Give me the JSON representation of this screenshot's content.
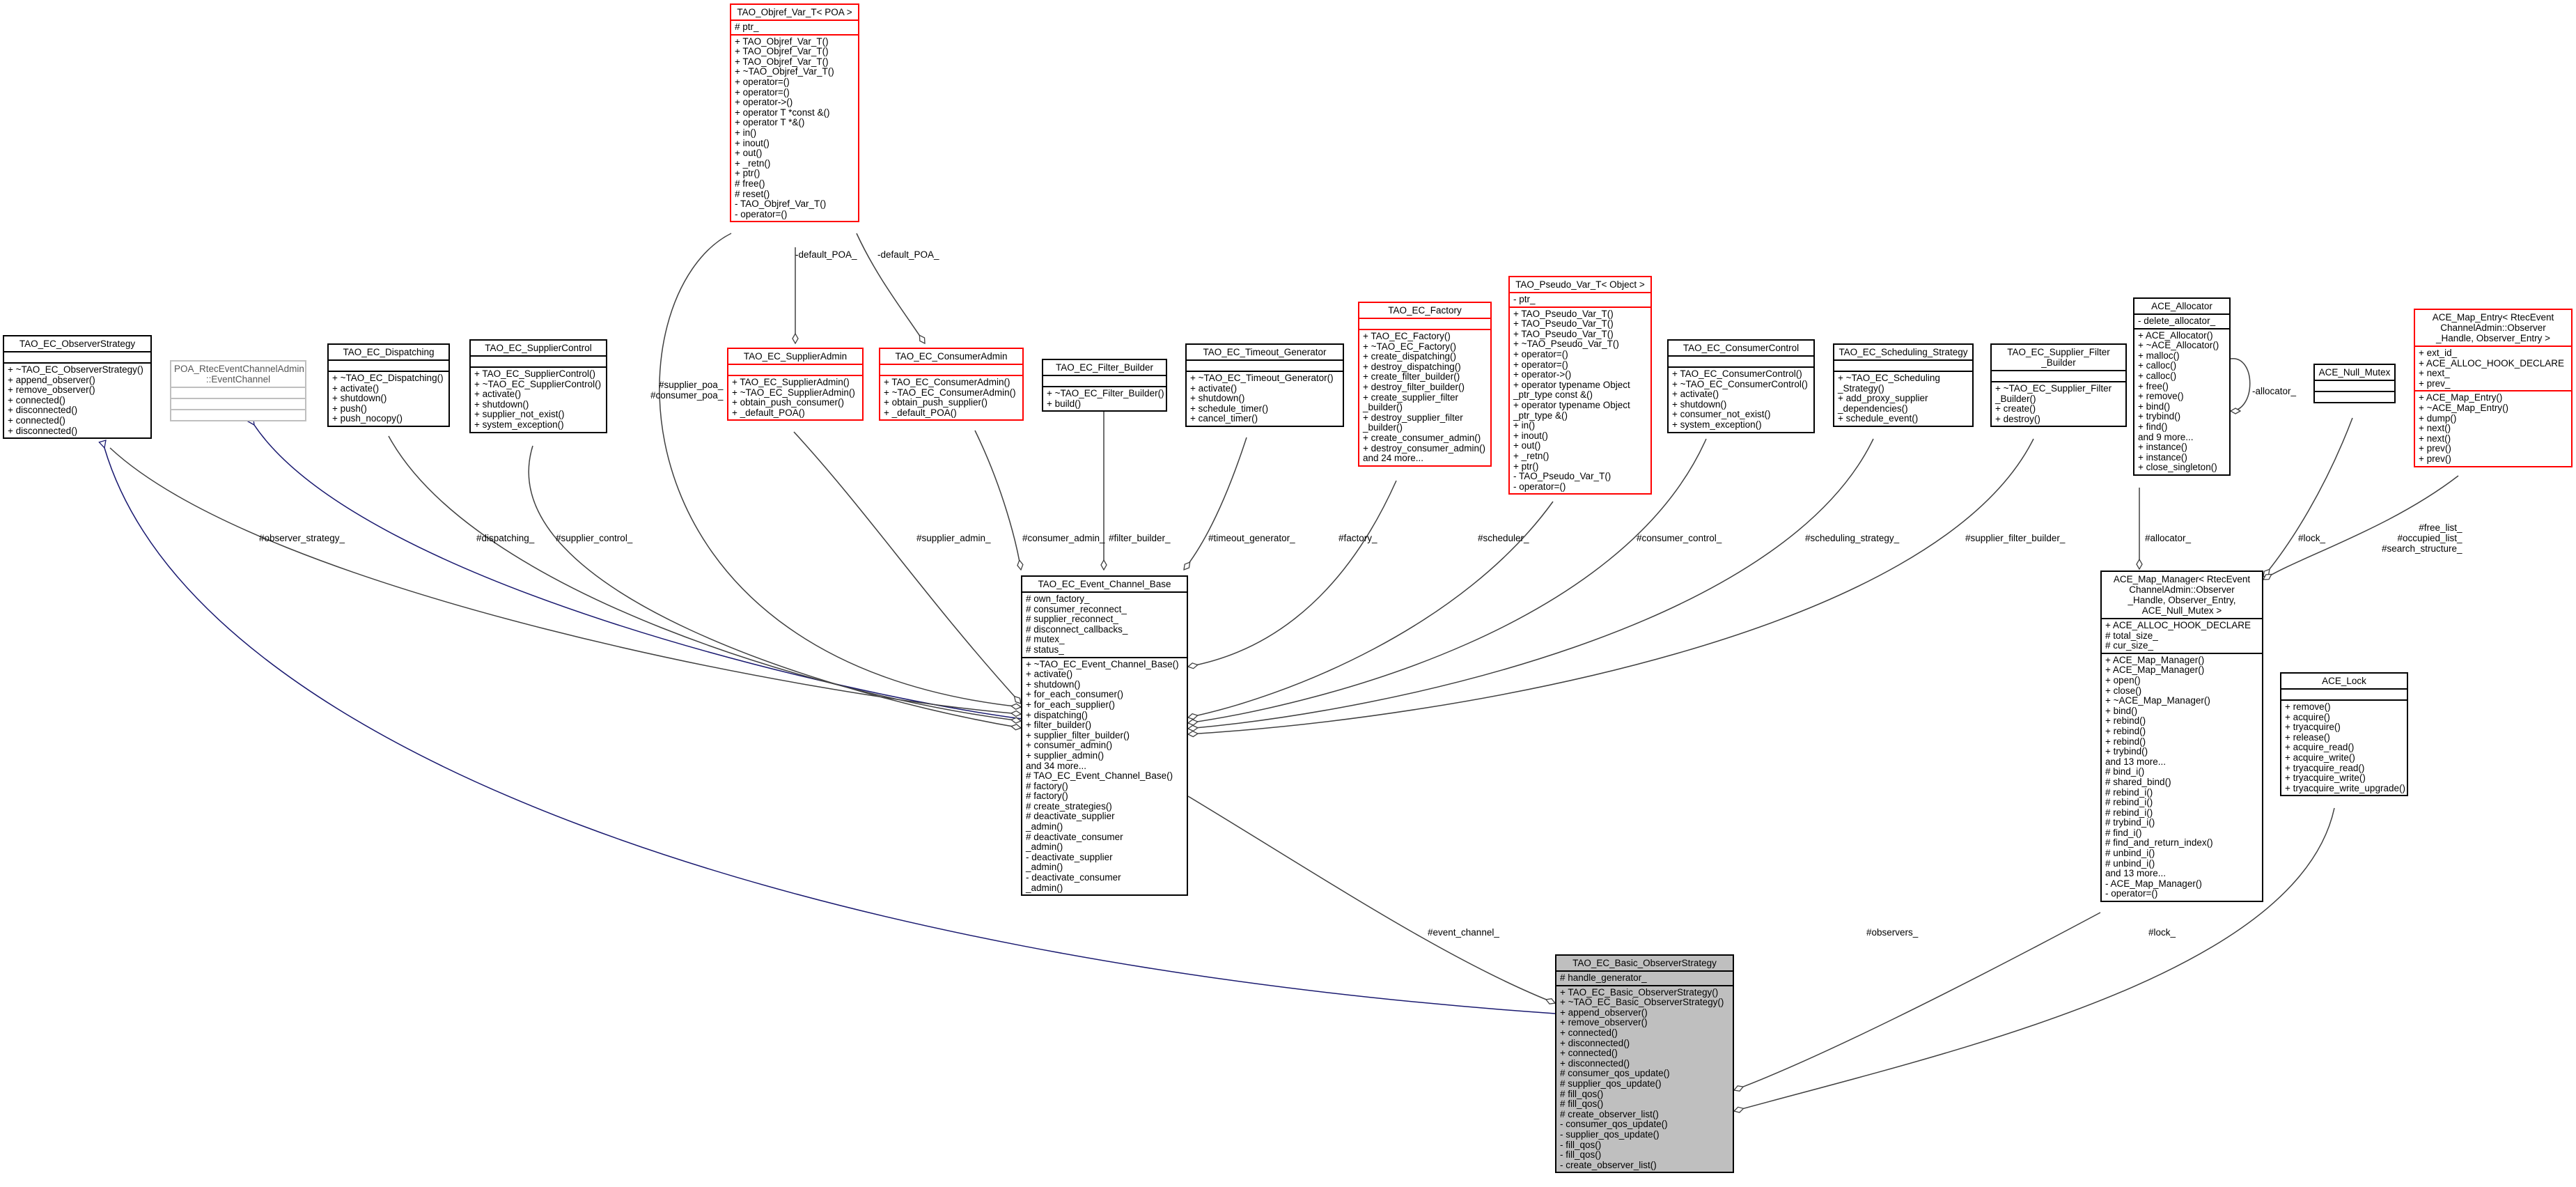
{
  "classes": {
    "observer_strategy": {
      "title": "TAO_EC_ObserverStrategy",
      "sections": [
        "",
        "+ ~TAO_EC_ObserverStrategy()\n+ append_observer()\n+ remove_observer()\n+ connected()\n+ disconnected()\n+ connected()\n+ disconnected()"
      ]
    },
    "poa_event_channel": {
      "title": "POA_RtecEventChannelAdmin\n::EventChannel",
      "sections": [
        "",
        "",
        ""
      ]
    },
    "dispatching": {
      "title": "TAO_EC_Dispatching",
      "sections": [
        "",
        "+ ~TAO_EC_Dispatching()\n+ activate()\n+ shutdown()\n+ push()\n+ push_nocopy()"
      ]
    },
    "supplier_control": {
      "title": "TAO_EC_SupplierControl",
      "sections": [
        "",
        "+ TAO_EC_SupplierControl()\n+ ~TAO_EC_SupplierControl()\n+ activate()\n+ shutdown()\n+ supplier_not_exist()\n+ system_exception()"
      ]
    },
    "objref_var": {
      "title": "TAO_Objref_Var_T< POA >",
      "sections": [
        "# ptr_",
        "+ TAO_Objref_Var_T()\n+ TAO_Objref_Var_T()\n+ TAO_Objref_Var_T()\n+ ~TAO_Objref_Var_T()\n+ operator=()\n+ operator=()\n+ operator->()\n+ operator T *const &()\n+ operator T *&()\n+ in()\n+ inout()\n+ out()\n+ _retn()\n+ ptr()\n# free()\n# reset()\n- TAO_Objref_Var_T()\n- operator=()"
      ]
    },
    "supplier_admin": {
      "title": "TAO_EC_SupplierAdmin",
      "sections": [
        "",
        "+ TAO_EC_SupplierAdmin()\n+ ~TAO_EC_SupplierAdmin()\n+ obtain_push_consumer()\n+ _default_POA()"
      ]
    },
    "consumer_admin": {
      "title": "TAO_EC_ConsumerAdmin",
      "sections": [
        "",
        "+ TAO_EC_ConsumerAdmin()\n+ ~TAO_EC_ConsumerAdmin()\n+ obtain_push_supplier()\n+ _default_POA()"
      ]
    },
    "filter_builder": {
      "title": "TAO_EC_Filter_Builder",
      "sections": [
        "",
        "+ ~TAO_EC_Filter_Builder()\n+ build()"
      ]
    },
    "timeout_generator": {
      "title": "TAO_EC_Timeout_Generator",
      "sections": [
        "",
        "+ ~TAO_EC_Timeout_Generator()\n+ activate()\n+ shutdown()\n+ schedule_timer()\n+ cancel_timer()"
      ]
    },
    "factory": {
      "title": "TAO_EC_Factory",
      "sections": [
        "",
        "+ TAO_EC_Factory()\n+ ~TAO_EC_Factory()\n+ create_dispatching()\n+ destroy_dispatching()\n+ create_filter_builder()\n+ destroy_filter_builder()\n+ create_supplier_filter\n_builder()\n+ destroy_supplier_filter\n_builder()\n+ create_consumer_admin()\n+ destroy_consumer_admin()\nand 24 more..."
      ]
    },
    "pseudo_var": {
      "title": "TAO_Pseudo_Var_T< Object >",
      "sections": [
        "- ptr_",
        "+ TAO_Pseudo_Var_T()\n+ TAO_Pseudo_Var_T()\n+ TAO_Pseudo_Var_T()\n+ ~TAO_Pseudo_Var_T()\n+ operator=()\n+ operator=()\n+ operator->()\n+ operator typename Object\n_ptr_type const &()\n+ operator typename Object\n_ptr_type &()\n+ in()\n+ inout()\n+ out()\n+ _retn()\n+ ptr()\n- TAO_Pseudo_Var_T()\n- operator=()"
      ]
    },
    "consumer_control": {
      "title": "TAO_EC_ConsumerControl",
      "sections": [
        "",
        "+ TAO_EC_ConsumerControl()\n+ ~TAO_EC_ConsumerControl()\n+ activate()\n+ shutdown()\n+ consumer_not_exist()\n+ system_exception()"
      ]
    },
    "scheduling_strategy": {
      "title": "TAO_EC_Scheduling_Strategy",
      "sections": [
        "",
        "+ ~TAO_EC_Scheduling\n_Strategy()\n+ add_proxy_supplier\n_dependencies()\n+ schedule_event()"
      ]
    },
    "supplier_filter_builder": {
      "title": "TAO_EC_Supplier_Filter\n_Builder",
      "sections": [
        "",
        "+ ~TAO_EC_Supplier_Filter\n_Builder()\n+ create()\n+ destroy()"
      ]
    },
    "allocator": {
      "title": "ACE_Allocator",
      "sections": [
        "- delete_allocator_",
        "+ ACE_Allocator()\n+ ~ACE_Allocator()\n+ malloc()\n+ calloc()\n+ calloc()\n+ free()\n+ remove()\n+ bind()\n+ trybind()\n+ find()\nand 9 more...\n+ instance()\n+ instance()\n+ close_singleton()"
      ]
    },
    "null_mutex": {
      "title": "ACE_Null_Mutex",
      "sections": [
        "",
        ""
      ]
    },
    "map_entry": {
      "title": "ACE_Map_Entry< RtecEvent\nChannelAdmin::Observer\n_Handle, Observer_Entry >",
      "sections": [
        "+ ext_id_\n+ ACE_ALLOC_HOOK_DECLARE\n+ next_\n+ prev_",
        "+ ACE_Map_Entry()\n+ ~ACE_Map_Entry()\n+ dump()\n+ next()\n+ next()\n+ prev()\n+ prev()"
      ]
    },
    "event_channel_base": {
      "title": "TAO_EC_Event_Channel_Base",
      "sections": [
        "# own_factory_\n# consumer_reconnect_\n# supplier_reconnect_\n# disconnect_callbacks_\n# mutex_\n# status_",
        "+ ~TAO_EC_Event_Channel_Base()\n+ activate()\n+ shutdown()\n+ for_each_consumer()\n+ for_each_supplier()\n+ dispatching()\n+ filter_builder()\n+ supplier_filter_builder()\n+ consumer_admin()\n+ supplier_admin()\nand 34 more...\n# TAO_EC_Event_Channel_Base()\n# factory()\n# factory()\n# create_strategies()\n# deactivate_supplier\n_admin()\n# deactivate_consumer\n_admin()\n- deactivate_supplier\n_admin()\n- deactivate_consumer\n_admin()"
      ]
    },
    "map_manager": {
      "title": "ACE_Map_Manager< RtecEvent\nChannelAdmin::Observer\n_Handle, Observer_Entry,\nACE_Null_Mutex >",
      "sections": [
        "+ ACE_ALLOC_HOOK_DECLARE\n# total_size_\n# cur_size_",
        "+ ACE_Map_Manager()\n+ ACE_Map_Manager()\n+ open()\n+ close()\n+ ~ACE_Map_Manager()\n+ bind()\n+ rebind()\n+ rebind()\n+ rebind()\n+ trybind()\nand 13 more...\n# bind_i()\n# shared_bind()\n# rebind_i()\n# rebind_i()\n# rebind_i()\n# trybind_i()\n# find_i()\n# find_and_return_index()\n# unbind_i()\n# unbind_i()\nand 13 more...\n- ACE_Map_Manager()\n- operator=()"
      ]
    },
    "lock": {
      "title": "ACE_Lock",
      "sections": [
        "",
        "+ remove()\n+ acquire()\n+ tryacquire()\n+ release()\n+ acquire_read()\n+ acquire_write()\n+ tryacquire_read()\n+ tryacquire_write()\n+ tryacquire_write_upgrade()"
      ]
    },
    "basic_observer_strategy": {
      "title": "TAO_EC_Basic_ObserverStrategy",
      "sections": [
        "# handle_generator_",
        "+ TAO_EC_Basic_ObserverStrategy()\n+ ~TAO_EC_Basic_ObserverStrategy()\n+ append_observer()\n+ remove_observer()\n+ connected()\n+ disconnected()\n+ connected()\n+ disconnected()\n# consumer_qos_update()\n# supplier_qos_update()\n# fill_qos()\n# fill_qos()\n# create_observer_list()\n- consumer_qos_update()\n- supplier_qos_update()\n- fill_qos()\n- fill_qos()\n- create_observer_list()"
      ]
    }
  },
  "edge_labels": {
    "default_poa_1": "-default_POA_",
    "default_poa_2": "-default_POA_",
    "supplier_consumer_poa": "#supplier_poa_\n#consumer_poa_",
    "observer_strategy": "#observer_strategy_",
    "dispatching": "#dispatching_",
    "supplier_control": "#supplier_control_",
    "supplier_admin": "#supplier_admin_",
    "consumer_admin": "#consumer_admin_",
    "filter_builder": "#filter_builder_",
    "timeout_generator": "#timeout_generator_",
    "factory": "#factory_",
    "scheduler": "#scheduler_",
    "consumer_control": "#consumer_control_",
    "scheduling_strategy": "#scheduling_strategy_",
    "supplier_filter_builder": "#supplier_filter_builder_",
    "allocator_self": "-allocator_",
    "allocator": "#allocator_",
    "lock_null_mutex": "#lock_",
    "map_entry_lists": "#free_list_\n#occupied_list_\n#search_structure_",
    "event_channel": "#event_channel_",
    "observers": "#observers_",
    "lock": "#lock_"
  },
  "colors": {
    "box_border": "#000000",
    "template_border": "#ff0000",
    "undocumented_border": "#bfbfbf",
    "selected_fill": "#bfbfbf",
    "inheritance_edge": "#191970",
    "usage_edge": "#404040"
  }
}
